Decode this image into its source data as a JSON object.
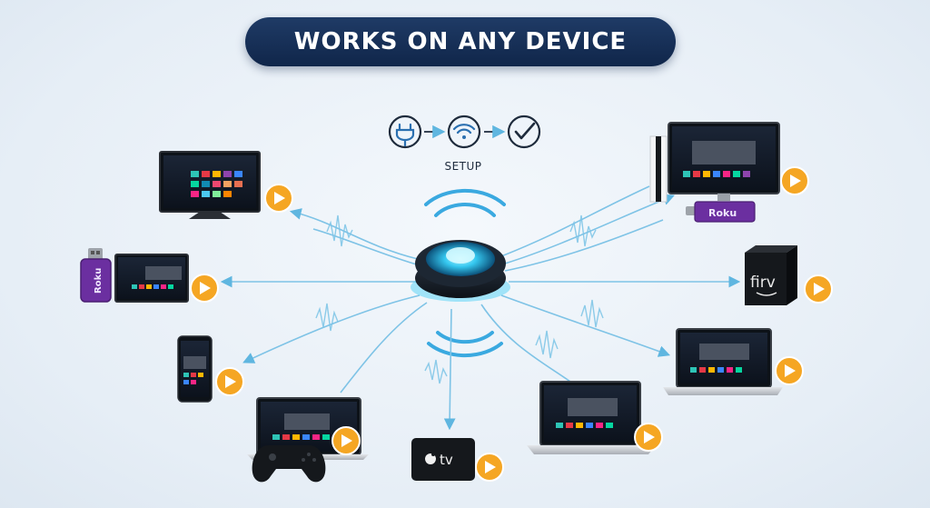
{
  "header": {
    "title": "WORKS ON ANY DEVICE"
  },
  "setup": {
    "label": "SETUP",
    "steps": [
      "plug-icon",
      "wifi-icon",
      "check-icon"
    ]
  },
  "hub": {
    "icon": "smart-hub-icon"
  },
  "devices": {
    "roku_stick_left": {
      "brand": "Roku"
    },
    "roku_box_right": {
      "brand": "Roku"
    },
    "fire_cube": {
      "brand": "firv"
    },
    "apple_tv": {
      "brand": "tv"
    }
  },
  "colors": {
    "title_bg": "#10264a",
    "play_button": "#f5a623",
    "connection_lines": "#7ec3e6",
    "hub_glow": "#35c8f0",
    "roku_purple": "#6b2fa0"
  }
}
